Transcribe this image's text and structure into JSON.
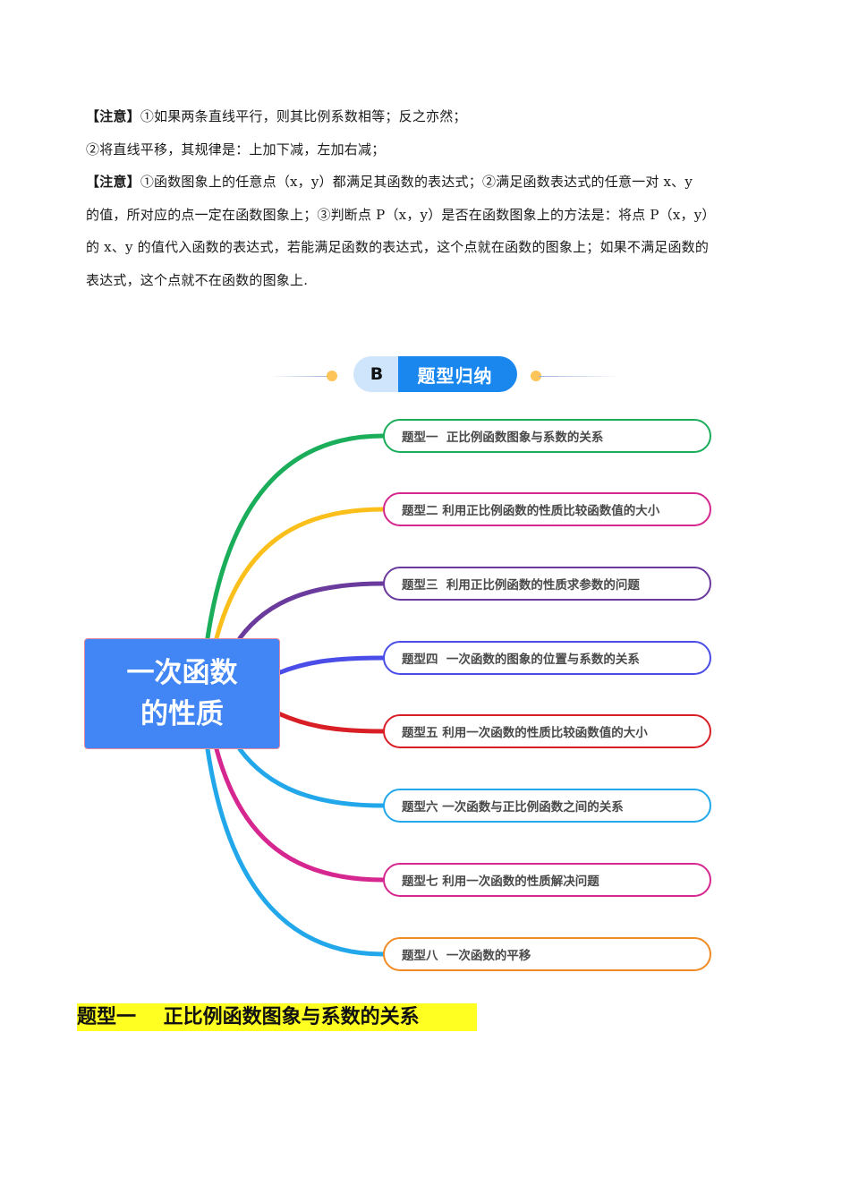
{
  "notes": {
    "line1_tag": "【注意】",
    "line1_text": "①如果两条直线平行，则其比例系数相等；反之亦然；",
    "line2_text": "②将直线平移，其规律是：上加下减，左加右减；",
    "line3_tag": "【注意】",
    "line3_text": "①函数图象上的任意点（x，y）都满足其函数的表达式；②满足函数表达式的任意一对 x、y",
    "line4_text": "的值，所对应的点一定在函数图象上；③判断点 P（x，y）是否在函数图象上的方法是：将点 P（x，y）",
    "line5_text": "的 x、y 的值代入函数的表达式，若能满足函数的表达式，这个点就在函数的图象上；如果不满足函数的",
    "line6_text": "表达式，这个点就不在函数的图象上."
  },
  "section_header": {
    "letter": "B",
    "title": "题型归纳",
    "colors": {
      "letter_bg": "#cfe5fb",
      "title_bg": "#1a87ee",
      "dot": "#fcc459"
    }
  },
  "mindmap": {
    "center": {
      "line1": "一次函数",
      "line2": "的性质",
      "color": "#4285f4"
    },
    "nodes": [
      {
        "label": "题型一  正比例函数图象与系数的关系",
        "color": "#1aad5a"
      },
      {
        "label": "题型二 利用正比例函数的性质比较函数值的大小",
        "color": "#d6268f",
        "branch_color": "#fbbf1c"
      },
      {
        "label": "题型三  利用正比例函数的性质求参数的问题",
        "color": "#6a3a9c"
      },
      {
        "label": "题型四  一次函数的图象的位置与系数的关系",
        "color": "#4a4de8"
      },
      {
        "label": "题型五 利用一次函数的性质比较函数值的大小",
        "color": "#d81f26"
      },
      {
        "label": "题型六 一次函数与正比例函数之间的关系",
        "color": "#22a8ea"
      },
      {
        "label": "题型七 利用一次函数的性质解决问题",
        "color": "#d6268f"
      },
      {
        "label": "题型八  一次函数的平移",
        "color": "#f08a24",
        "branch_color": "#22a8ea"
      }
    ]
  },
  "section_heading": "题型一    正比例函数图象与系数的关系 "
}
